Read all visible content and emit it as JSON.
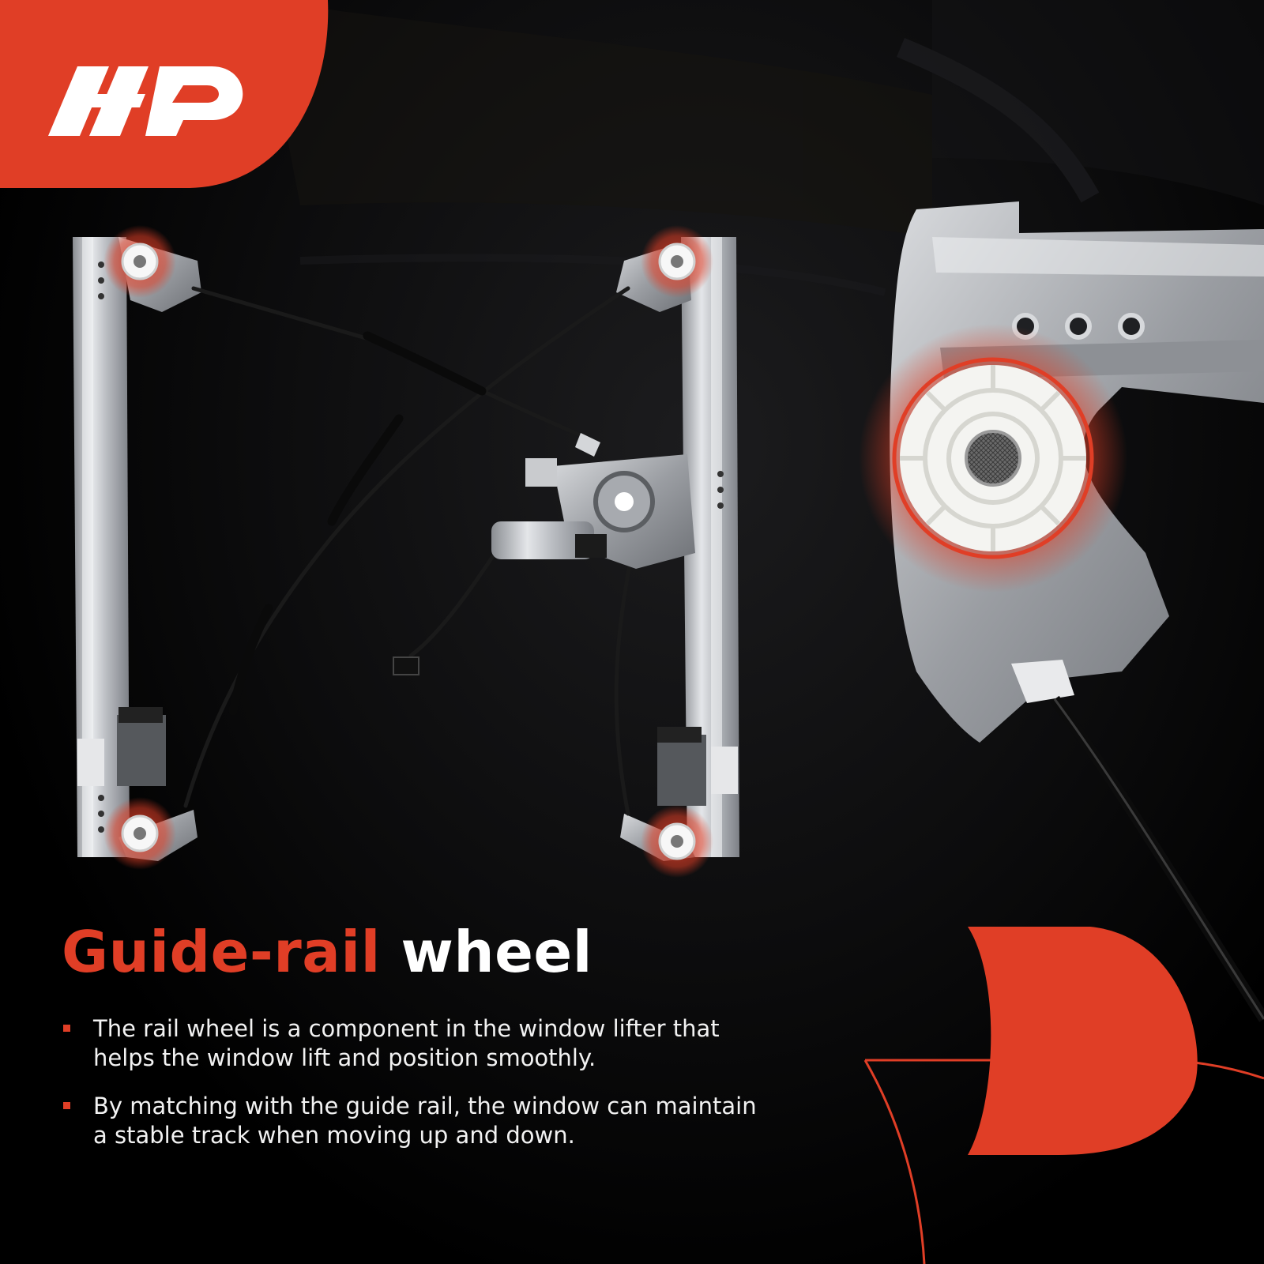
{
  "colors": {
    "accent": "#E03E26",
    "text": "#FFFFFF",
    "background": "#000000"
  },
  "brand": {
    "logo_icon": "adp-logo-icon"
  },
  "product": {
    "image_icon": "window-regulator-icon",
    "detail_icon": "guide-rail-wheel-closeup-icon"
  },
  "headline": {
    "accent": "Guide-rail",
    "rest": "wheel"
  },
  "bullets": [
    {
      "text": "The rail wheel is a component in the window lifter that helps the window lift and position smoothly."
    },
    {
      "text": "By matching with the guide rail, the window can maintain a stable track when moving up and down."
    }
  ]
}
